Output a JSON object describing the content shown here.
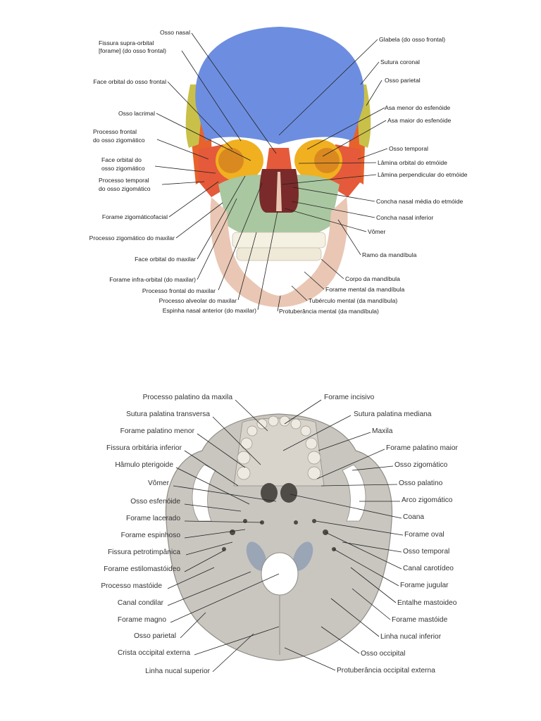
{
  "figure1": {
    "left_labels": [
      "Osso nasal",
      "Fissura supra-orbital",
      "[forame] (do osso frontal)",
      "Face orbital do osso frontal",
      "Osso lacrimal",
      "Processo frontal",
      "do osso zigomático",
      "Face orbital do",
      "osso zigomático",
      "Processo temporal",
      "do osso zigomático",
      "Forame zigomáticofacial",
      "Processo zigomático do maxilar",
      "Face orbital do maxilar",
      "Forame infra-orbital (do maxilar)",
      "Processo frontal do maxilar",
      "Processo alveolar do maxilar",
      "Espinha nasal anterior (do maxilar)"
    ],
    "right_labels": [
      "Glabela (do osso frontal)",
      "Sutura coronal",
      "Osso parietal",
      "Asa menor do esfenóide",
      "Asa maior do esfenóide",
      "Osso temporal",
      "Lâmina orbital do etmóide",
      "Lâmina perpendicular do etmóide",
      "Concha nasal média do etmóide",
      "Concha nasal inferior",
      "Vômer",
      "Ramo da mandíbula",
      "Corpo da mandíbula",
      "Forame mental da mandíbula",
      "Tubérculo mental (da mandíbula)",
      "Protuberância mental (da mandíbula)"
    ]
  },
  "figure2": {
    "left_labels": [
      "Processo palatino da maxila",
      "Sutura palatina transversa",
      "Forame palatino menor",
      "Fissura orbitária inferior",
      "Hâmulo pterigoide",
      "Vômer",
      "Osso esfenóide",
      "Forame lacerado",
      "Forame espinhoso",
      "Fissura petrotimpânica",
      "Forame estilomastóideo",
      "Processo mastóide",
      "Canal condilar",
      "Forame magno",
      "Osso parietal",
      "Crista occipital externa",
      "Linha nucal superior"
    ],
    "right_labels": [
      "Forame incisivo",
      "Sutura palatina mediana",
      "Maxila",
      "Forame palatino maior",
      "Osso zigomático",
      "Osso palatino",
      "Arco zigomático",
      "Coana",
      "Forame oval",
      "Osso temporal",
      "Canal carotídeo",
      "Forame jugular",
      "Entalhe mastoideo",
      "Forame mastóide",
      "Linha nucal inferior",
      "Osso occipital",
      "Protuberância occipital externa"
    ]
  },
  "colors": {
    "frontal": "#6d8ee0",
    "parietal": "#c9c04a",
    "temporal": "#e8622c",
    "zygomatic": "#f0b020",
    "maxilla": "#a9c7a0",
    "mandible": "#e9c7b4",
    "nasal": "#e55a3a",
    "ethmoid": "#f5c04a",
    "skull_base": "#c9c6c0",
    "skull_base_dark": "#8f8b85",
    "cartilage": "#9aa6b6"
  }
}
